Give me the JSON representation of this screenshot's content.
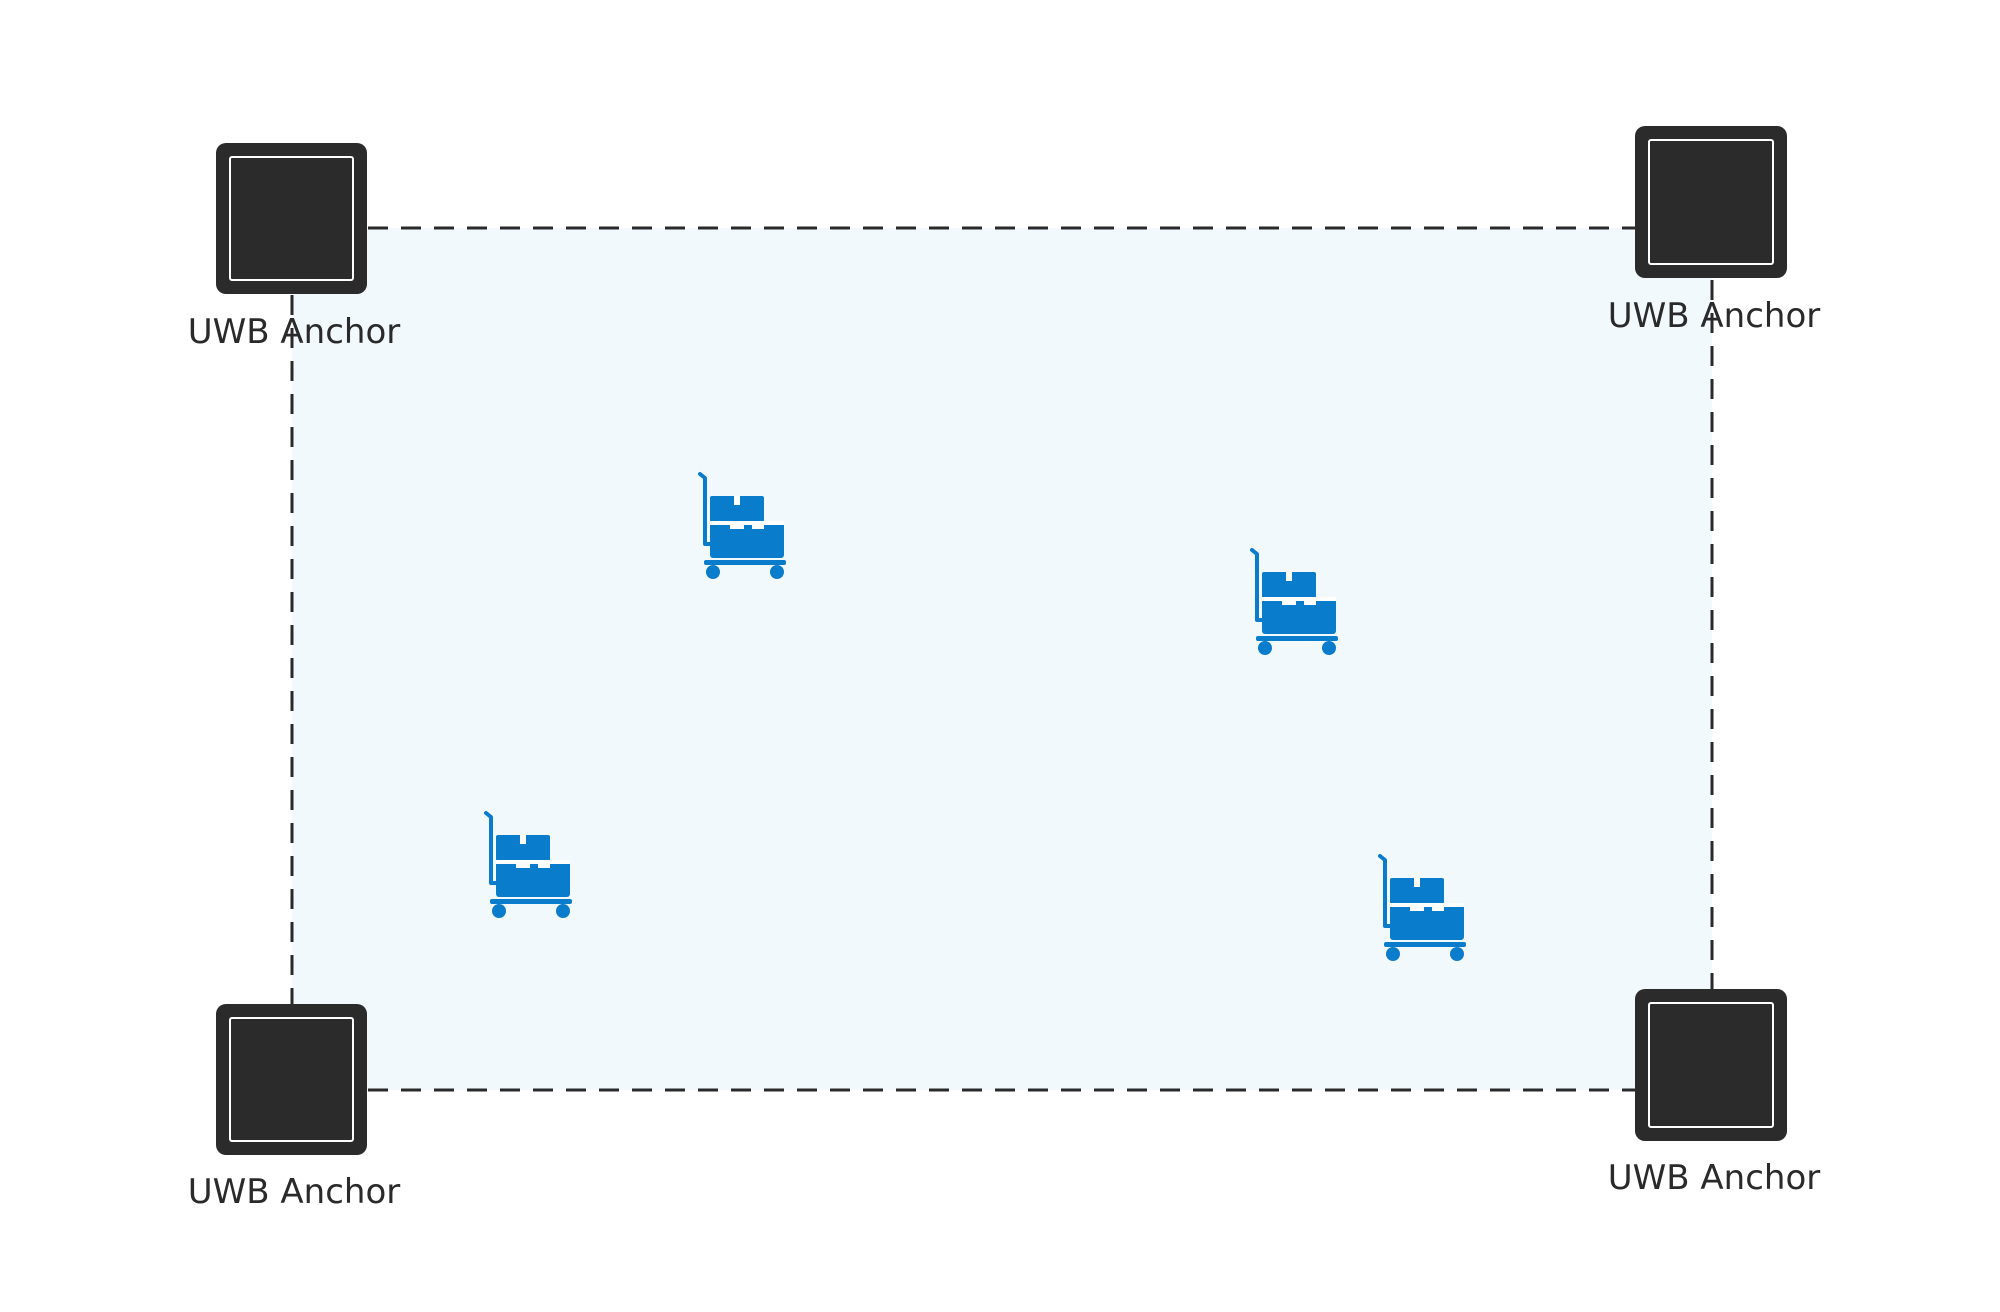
{
  "diagram": {
    "zone": {
      "fill_color": "#f2f9fd",
      "border_color": "#2a2a2a",
      "border_style": "dashed"
    },
    "anchors": [
      {
        "id": "top-left",
        "label": "UWB Anchor",
        "icon": "uwb-anchor-icon",
        "color": "#2b2b2b"
      },
      {
        "id": "top-right",
        "label": "UWB Anchor",
        "icon": "uwb-anchor-icon",
        "color": "#2b2b2b"
      },
      {
        "id": "bottom-left",
        "label": "UWB Anchor",
        "icon": "uwb-anchor-icon",
        "color": "#2b2b2b"
      },
      {
        "id": "bottom-right",
        "label": "UWB Anchor",
        "icon": "uwb-anchor-icon",
        "color": "#2b2b2b"
      }
    ],
    "tracked_assets": [
      {
        "id": "cart-1",
        "icon": "hand-truck-with-boxes-icon",
        "color": "#0a7ccc"
      },
      {
        "id": "cart-2",
        "icon": "hand-truck-with-boxes-icon",
        "color": "#0a7ccc"
      },
      {
        "id": "cart-3",
        "icon": "hand-truck-with-boxes-icon",
        "color": "#0a7ccc"
      },
      {
        "id": "cart-4",
        "icon": "hand-truck-with-boxes-icon",
        "color": "#0a7ccc"
      }
    ]
  }
}
